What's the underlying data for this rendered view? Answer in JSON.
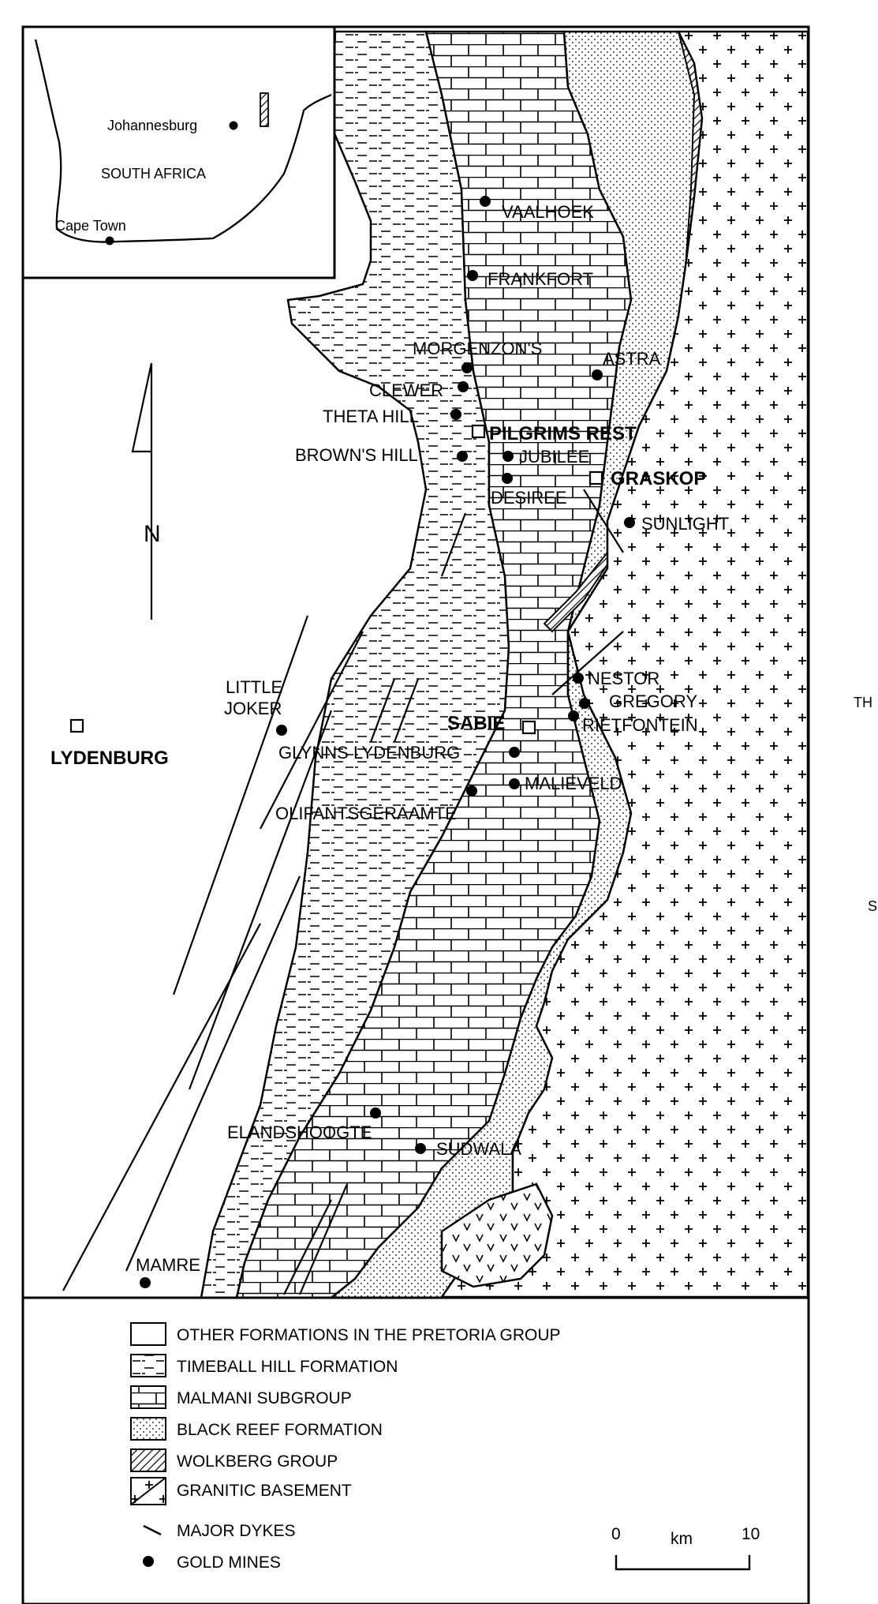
{
  "inset": {
    "johannesburg": "Johannesburg",
    "country": "SOUTH AFRICA",
    "cape_town": "Cape Town"
  },
  "north_arrow": "N",
  "towns": {
    "pilgrims_rest": "PILGRIMS REST",
    "graskop": "GRASKOP",
    "sabie": "SABIE",
    "lydenburg": "LYDENBURG"
  },
  "mines": {
    "vaalhoek": "VAALHOEK",
    "frankfort": "FRANKFORT",
    "morgenzons": "MORGENZON'S",
    "astra": "ASTRA",
    "clewer": "CLEWER",
    "theta_hill": "THETA HILL",
    "browns_hill": "BROWN'S HILL",
    "jubilee": "JUBILEE",
    "desiree": "DESIREE",
    "sunlight": "SUNLIGHT",
    "little": "LITTLE",
    "joker": "JOKER",
    "nestor": "NESTOR",
    "gregory": "GREGORY",
    "rietfontein": "RIETFONTEIN",
    "glynns_lydenburg": "GLYNNS LYDENBURG",
    "malieveld": "MALIEVELD",
    "olifantsgeraamte": "OLIFANTSGERAAMTE",
    "elandshoogte": "ELANDSHOOGTE",
    "sudwala": "SUDWALA",
    "mamre": "MAMRE"
  },
  "edge_fragments": {
    "right_upper": "TH",
    "right_lower": "S"
  },
  "legend": {
    "items": [
      {
        "label": "OTHER FORMATIONS IN THE PRETORIA GROUP",
        "pattern": "blank"
      },
      {
        "label": "TIMEBALL HILL FORMATION",
        "pattern": "dashes"
      },
      {
        "label": "MALMANI SUBGROUP",
        "pattern": "bricks"
      },
      {
        "label": "BLACK REEF FORMATION",
        "pattern": "stipple"
      },
      {
        "label": "WOLKBERG GROUP",
        "pattern": "hatch"
      },
      {
        "label": "GRANITIC BASEMENT",
        "pattern": "crosses"
      },
      {
        "label": "MAJOR DYKES",
        "pattern": "dyke-line"
      },
      {
        "label": "GOLD MINES",
        "pattern": "dot"
      }
    ],
    "scale": {
      "start": "0",
      "unit": "km",
      "end": "10"
    }
  },
  "colors": {
    "ink": "#000000",
    "paper": "#ffffff"
  }
}
